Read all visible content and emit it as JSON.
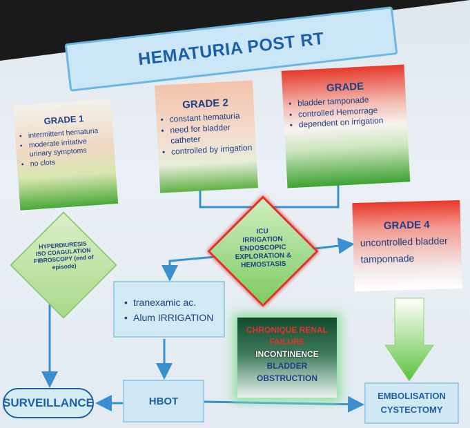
{
  "title": "HEMATURIA POST RT",
  "grades": {
    "g1": {
      "title": "GRADE 1",
      "items": [
        "intermittent hematuria",
        "moderate irritative urinary symptoms",
        "no clots"
      ]
    },
    "g2": {
      "title": "GRADE 2",
      "items": [
        "constant hematuria",
        "need for bladder catheter",
        "controlled by irrigation"
      ]
    },
    "g3": {
      "title": "GRADE",
      "items": [
        "bladder tamponade",
        "controlled Hemorrage",
        "dependent on irrigation"
      ]
    },
    "g4": {
      "title": "GRADE 4",
      "text": "uncontrolled bladder tamponnade"
    }
  },
  "diamond_left": {
    "lines": [
      "HYPERDIURESIS",
      "ISO COAGULATION",
      "FIBROSCOPY (end of",
      "episode)"
    ]
  },
  "diamond_center": {
    "lines": [
      "ICU",
      "IRRIGATION",
      "ENDOSCOPIC",
      "EXPLORATION &",
      "HEMOSTASIS"
    ]
  },
  "treatment": {
    "items": [
      "tranexamic ac.",
      "Alum IRRIGATION"
    ]
  },
  "complications": {
    "line1": "CHRONIQUE RENAL",
    "line2": "FAILURE",
    "line3": "INCONTINENCE",
    "line4": "BLADDER",
    "line5": "OBSTRUCTION"
  },
  "surveillance": "SURVEILLANCE",
  "hbot": "HBOT",
  "embolisation": {
    "line1": "EMBOLISATION",
    "line2": "CYSTECTOMY"
  },
  "colors": {
    "blue_text": "#1c3f86",
    "accent_blue": "#1c5fa8",
    "red": "#e0332a",
    "green": "#4aa93a",
    "connector": "#3a8fd0"
  }
}
